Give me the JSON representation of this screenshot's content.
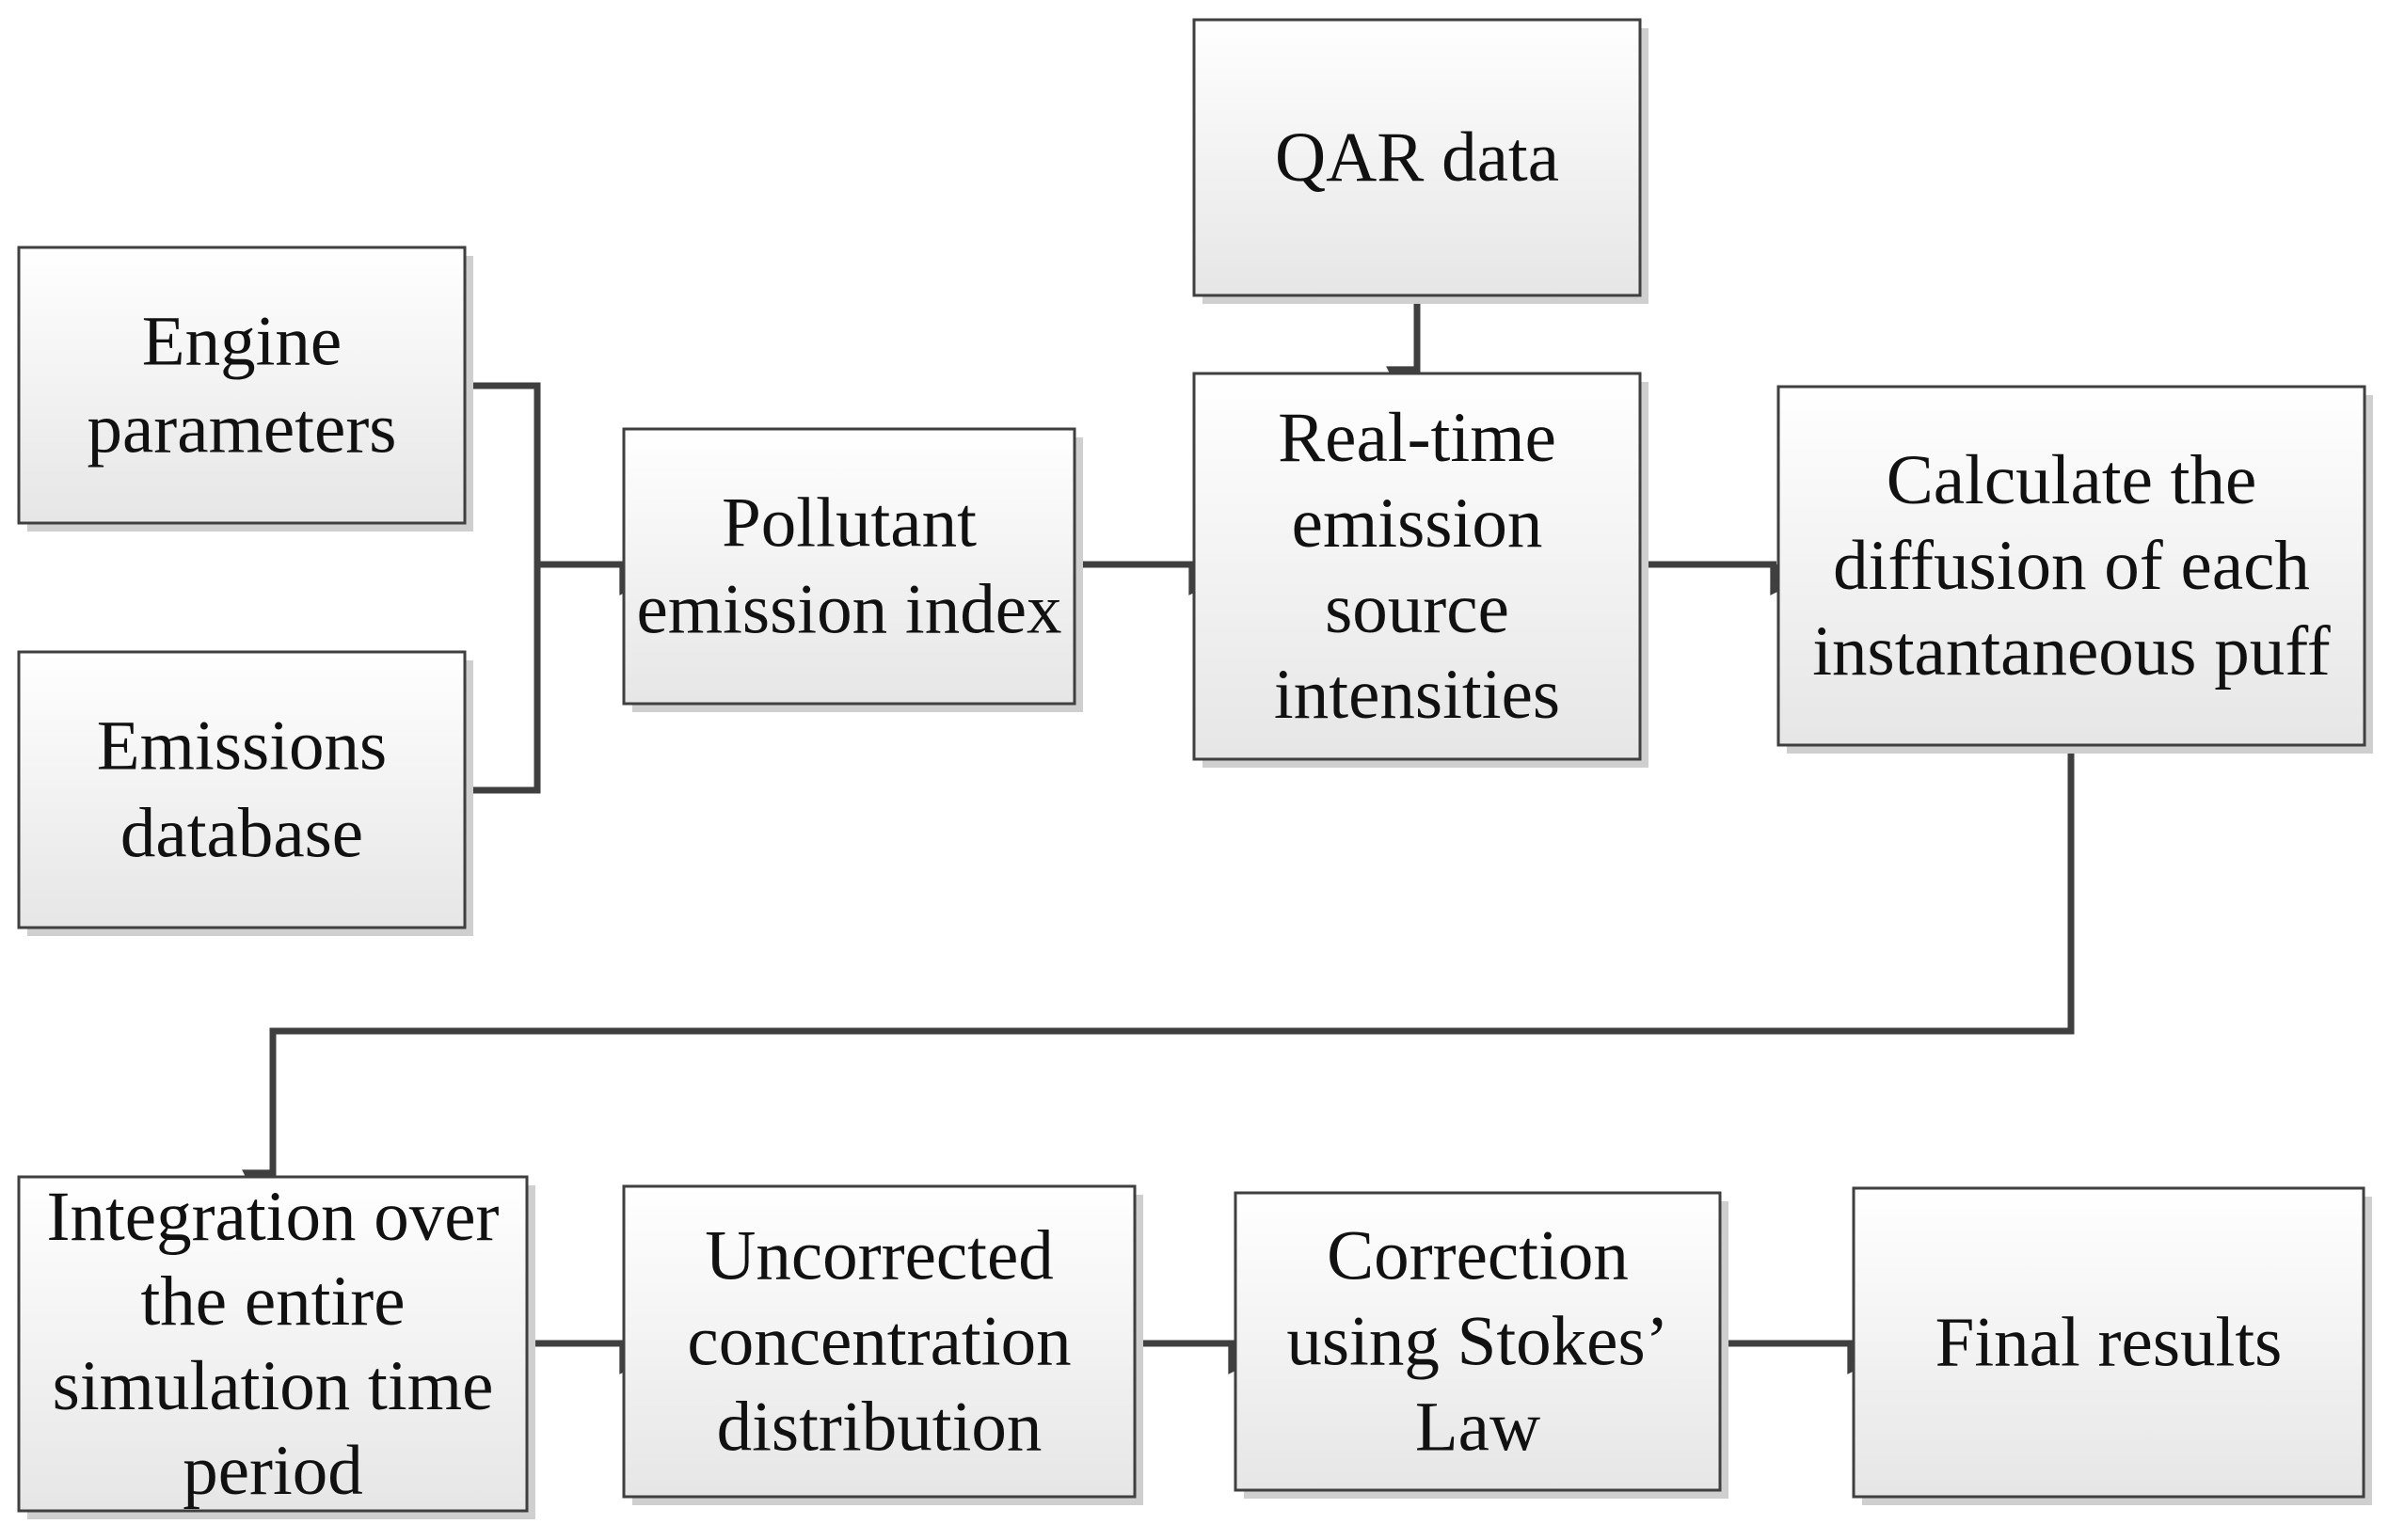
{
  "diagram": {
    "colors": {
      "box_fill_top": "#ffffff",
      "box_fill_bottom": "#e6e6e6",
      "box_border": "#3f3f3f",
      "shadow": "#cfcfcf",
      "connector": "#3f3f3f",
      "text": "#111111"
    },
    "nodes": {
      "engine": {
        "lines": [
          "Engine",
          "parameters"
        ]
      },
      "emissions_db": {
        "lines": [
          "Emissions",
          "database"
        ]
      },
      "pollutant": {
        "lines": [
          "Pollutant",
          "emission index"
        ]
      },
      "qar": {
        "lines": [
          "QAR data"
        ]
      },
      "realtime": {
        "lines": [
          "Real-time",
          "emission",
          "source",
          "intensities"
        ]
      },
      "calculate": {
        "lines": [
          "Calculate the",
          "diffusion of each",
          "instantaneous puff"
        ]
      },
      "integration": {
        "lines": [
          "Integration over",
          "the entire",
          "simulation time",
          "period"
        ]
      },
      "uncorrected": {
        "lines": [
          "Uncorrected",
          "concentration",
          "distribution"
        ]
      },
      "correction": {
        "lines": [
          "Correction",
          "using Stokes’",
          "Law"
        ]
      },
      "final": {
        "lines": [
          "Final results"
        ]
      }
    },
    "edges": [
      {
        "from": "engine",
        "to": "pollutant"
      },
      {
        "from": "emissions_db",
        "to": "pollutant"
      },
      {
        "from": "pollutant",
        "to": "realtime"
      },
      {
        "from": "qar",
        "to": "realtime"
      },
      {
        "from": "realtime",
        "to": "calculate"
      },
      {
        "from": "calculate",
        "to": "integration"
      },
      {
        "from": "integration",
        "to": "uncorrected"
      },
      {
        "from": "uncorrected",
        "to": "correction"
      },
      {
        "from": "correction",
        "to": "final"
      }
    ]
  }
}
